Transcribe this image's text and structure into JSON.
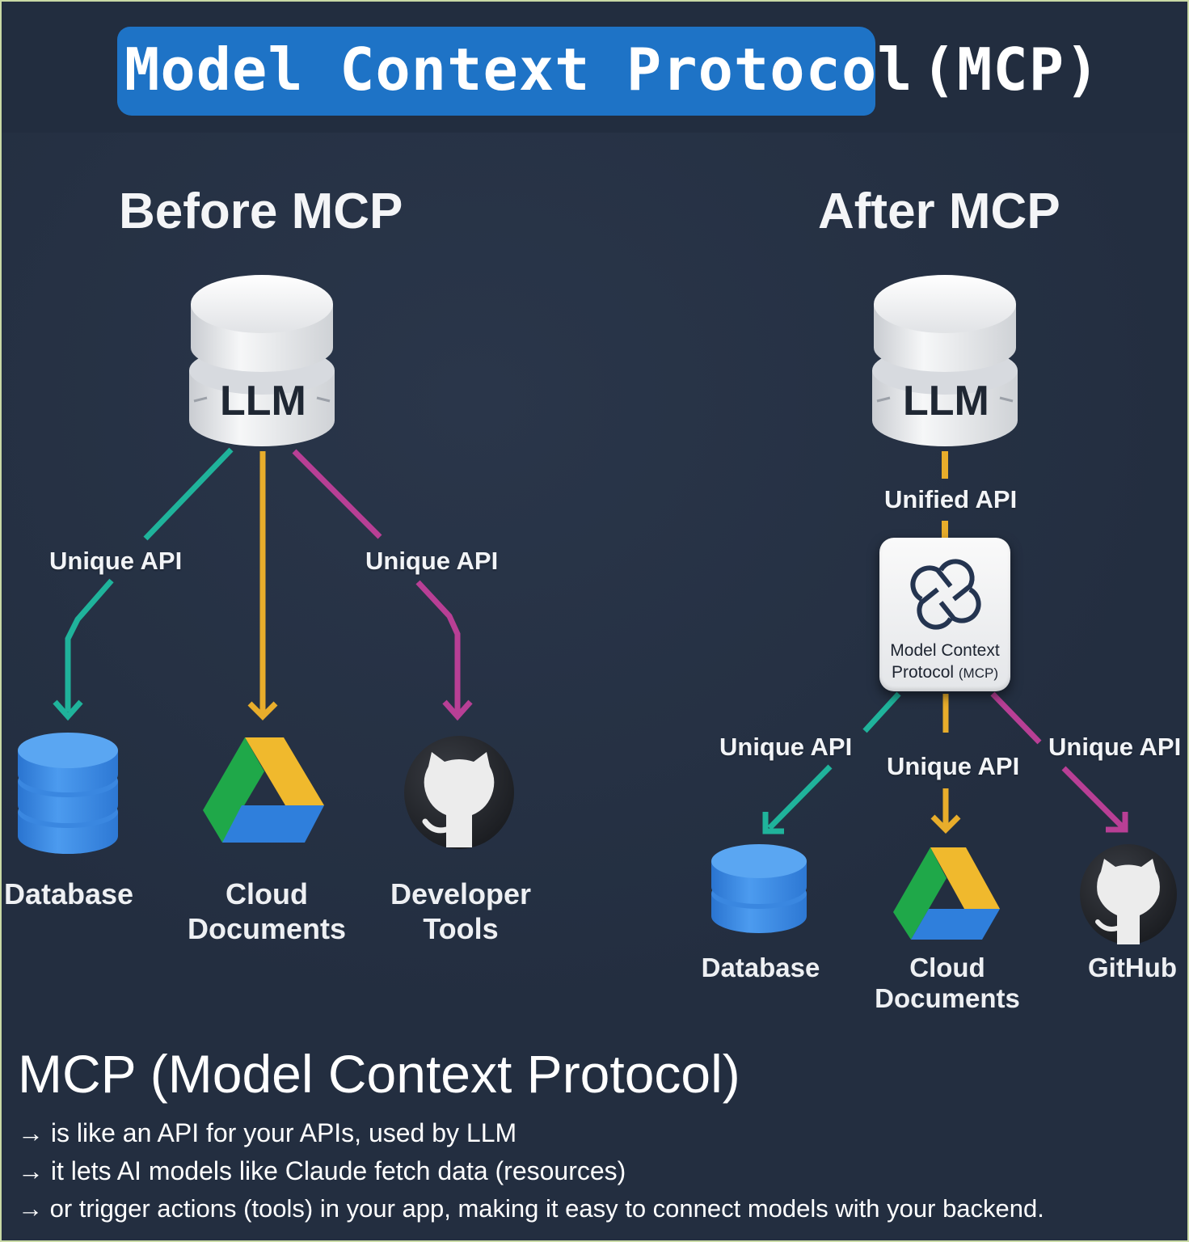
{
  "header": {
    "title_highlight": "Model Context Protocol",
    "title_suffix": "(MCP)",
    "highlight_color": "#1e73c6"
  },
  "before": {
    "title": "Before MCP",
    "hub": "LLM",
    "edges": [
      {
        "label": "Unique API",
        "color": "#1fb39b",
        "target": "Database"
      },
      {
        "label": "",
        "color": "#e8ad2b",
        "target": "Cloud Documents"
      },
      {
        "label": "Unique API",
        "color": "#b83f95",
        "target": "Developer Tools"
      }
    ],
    "nodes": [
      {
        "label_lines": [
          "Database"
        ],
        "icon": "database-icon"
      },
      {
        "label_lines": [
          "Cloud",
          "Documents"
        ],
        "icon": "google-drive-icon"
      },
      {
        "label_lines": [
          "Developer",
          "Tools"
        ],
        "icon": "github-icon"
      }
    ]
  },
  "after": {
    "title": "After MCP",
    "hub": "LLM",
    "unified_label": "Unified API",
    "mcp_box": {
      "line1": "Model Context",
      "line2": "Protocol",
      "line2_small": "(MCP)",
      "icon": "mcp-knot-icon"
    },
    "edges": [
      {
        "label": "Unique API",
        "color": "#1fb39b",
        "target": "Database"
      },
      {
        "label": "Unique API",
        "color": "#e8ad2b",
        "target": "Cloud Documents"
      },
      {
        "label": "Unique API",
        "color": "#b83f95",
        "target": "GitHub"
      }
    ],
    "nodes": [
      {
        "label_lines": [
          "Database"
        ],
        "icon": "database-icon"
      },
      {
        "label_lines": [
          "Cloud",
          "Documents"
        ],
        "icon": "google-drive-icon"
      },
      {
        "label_lines": [
          "GitHub"
        ],
        "icon": "github-icon"
      }
    ]
  },
  "footer": {
    "title": "MCP (Model Context Protocol)",
    "bullets": [
      "→ is like an API for your APIs, used by LLM",
      "→ it lets AI models like Claude fetch data (resources)",
      "→ or trigger actions (tools) in your app, making it easy to connect models with your backend."
    ]
  }
}
